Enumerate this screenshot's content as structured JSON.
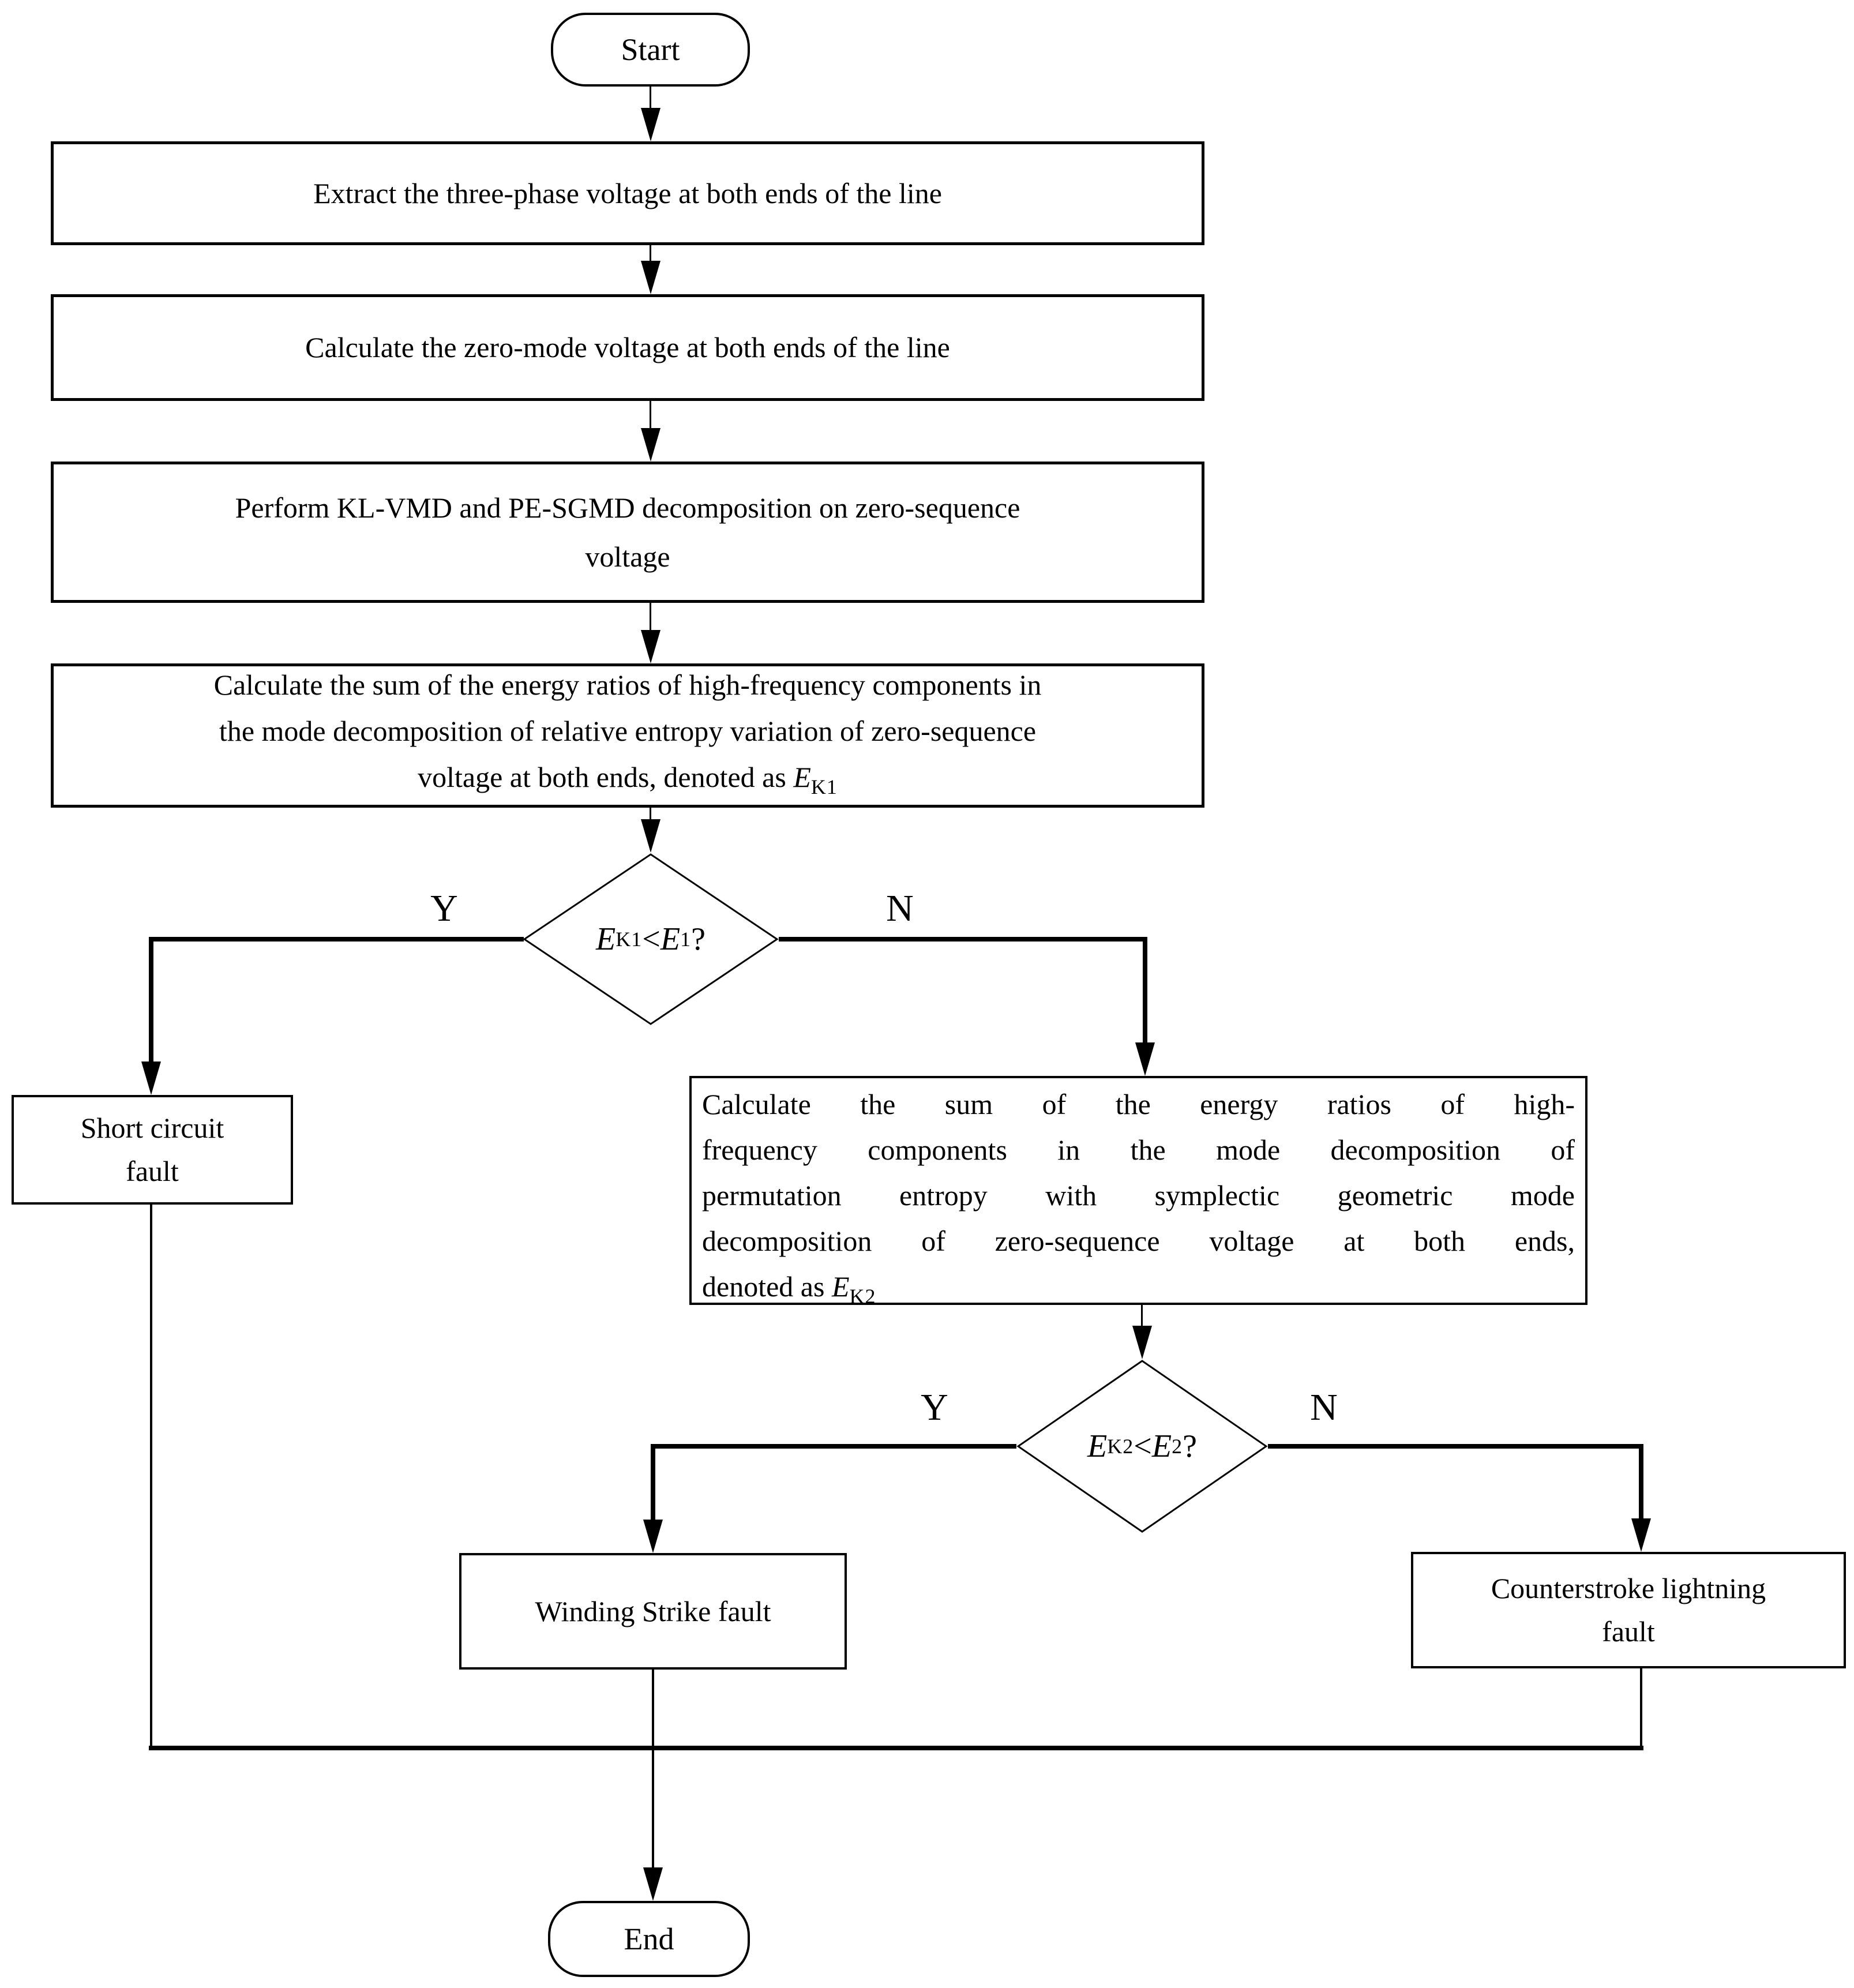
{
  "flowchart": {
    "start_label": "Start",
    "end_label": "End",
    "process_extract": "Extract the three-phase voltage at both ends of the line",
    "process_zero_mode": "Calculate the zero-mode voltage at both ends of the line",
    "process_decompose": [
      "Perform KL-VMD and PE-SGMD decomposition on zero-sequence",
      "voltage"
    ],
    "process_ek1": {
      "line1": "Calculate the sum of the energy ratios of high-frequency components in",
      "line2": "the mode decomposition of relative entropy variation of zero-sequence",
      "line3_prefix": "voltage at both ends, denoted as ",
      "var": "E",
      "var_sub": "K1"
    },
    "process_ek2": {
      "line1": "Calculate the sum of the energy ratios of high-",
      "line2": "frequency components in the mode decomposition of",
      "line3": "permutation entropy with symplectic geometric mode",
      "line4": "decomposition of zero-sequence voltage at both ends,",
      "line5_prefix": "denoted as ",
      "var": "E",
      "var_sub": "K2"
    },
    "decision1": {
      "lhs": "E",
      "lhs_sub": "K1",
      "op": " < ",
      "rhs": "E",
      "rhs_sub": "1",
      "question": " ?",
      "yes_label": "Y",
      "no_label": "N"
    },
    "decision2": {
      "lhs": "E",
      "lhs_sub": "K2",
      "op": " < ",
      "rhs": "E",
      "rhs_sub": "2",
      "question": " ?",
      "yes_label": "Y",
      "no_label": "N"
    },
    "outcome_short_circuit": [
      "Short circuit",
      "fault"
    ],
    "outcome_winding": "Winding Strike fault",
    "outcome_counterstroke": [
      "Counterstroke lightning",
      "fault"
    ]
  },
  "colors": {
    "line": "#000000",
    "background": "#ffffff"
  }
}
